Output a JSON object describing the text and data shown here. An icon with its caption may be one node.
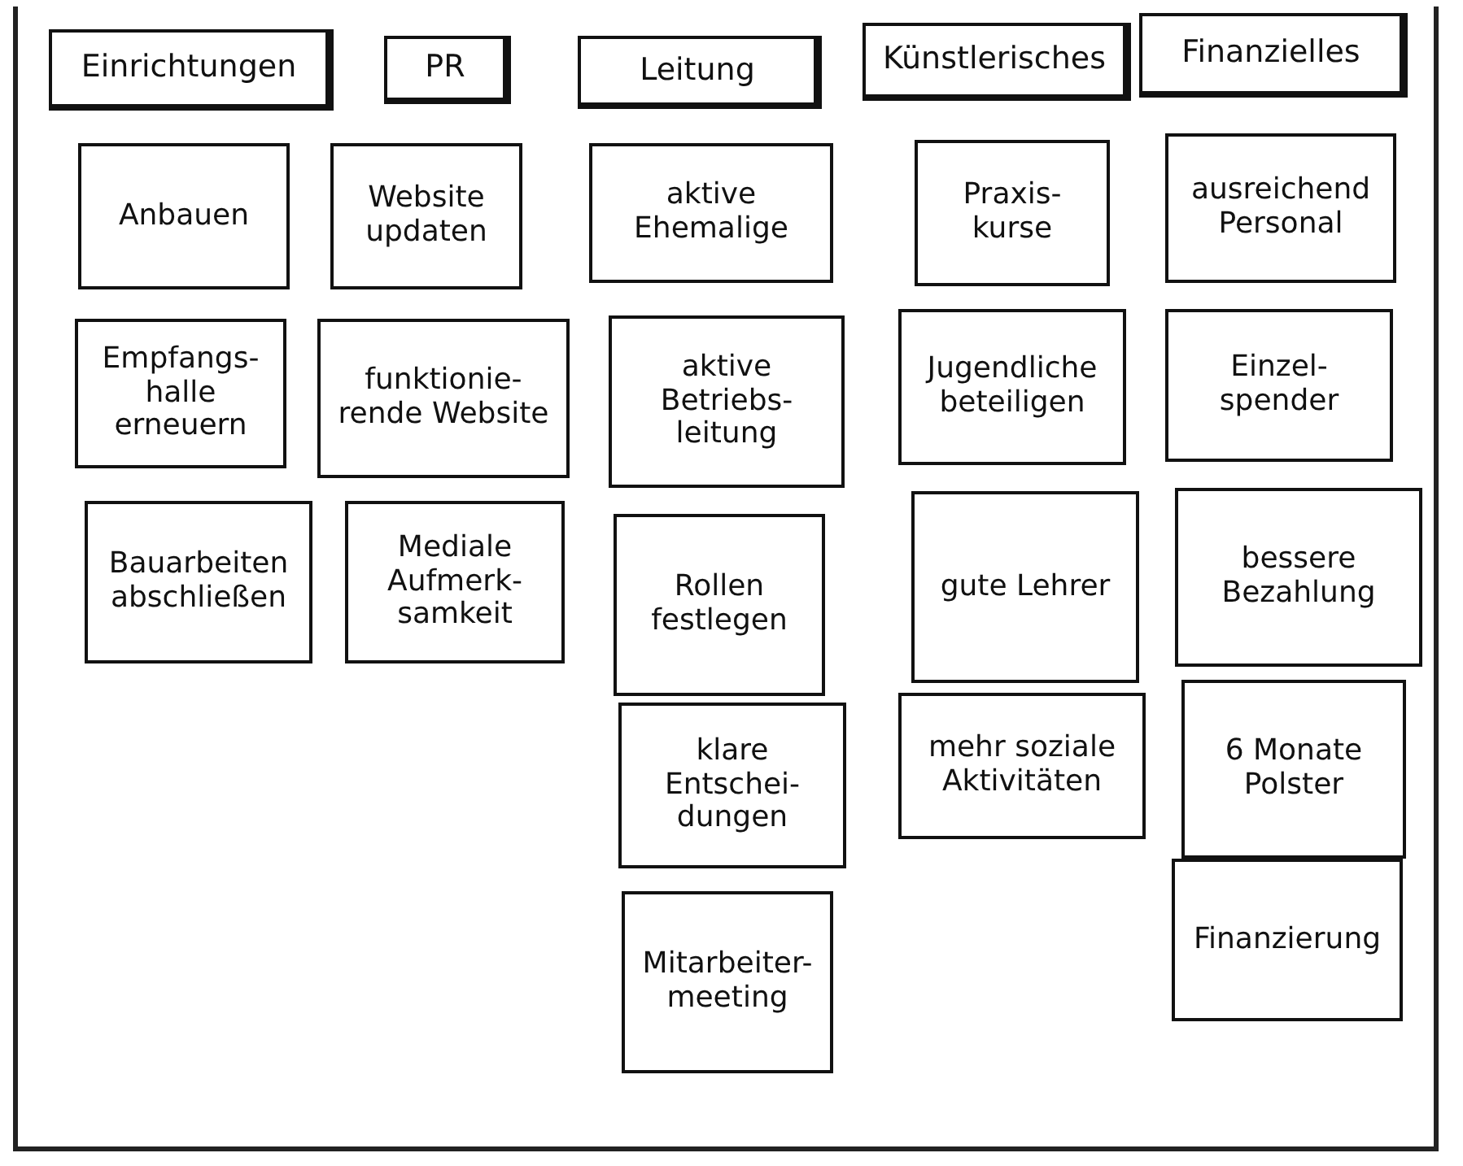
{
  "diagram": {
    "nodes": [
      {
        "text": [
          "Einrichtungen"
        ]
      },
      {
        "text": [
          "PR"
        ]
      },
      {
        "text": [
          "Leitung"
        ]
      },
      {
        "text": [
          "Künstlerisches"
        ]
      },
      {
        "text": [
          "Finanzielles"
        ]
      },
      {
        "text": [
          "Anbauen"
        ]
      },
      {
        "text": [
          "Empfangs- halle erneuern"
        ]
      },
      {
        "text": [
          "Bauarbeiten abschließen"
        ]
      },
      {
        "text": [
          "Website updaten"
        ]
      },
      {
        "text": [
          "funktionie- rende Website"
        ]
      },
      {
        "text": [
          "Mediale Aufmerk- samkeit"
        ]
      },
      {
        "text": [
          "aktive Ehemalige"
        ]
      },
      {
        "text": [
          "aktive Betriebs- leitung"
        ]
      },
      {
        "text": [
          "Rollen festlegen"
        ]
      },
      {
        "text": [
          "klare Entschei- dungen"
        ]
      },
      {
        "text": [
          "Mitarbeiter- meeting"
        ]
      },
      {
        "text": [
          "Praxis- kurse"
        ]
      },
      {
        "text": [
          "Jugendliche beteiligen"
        ]
      },
      {
        "text": [
          "gute Lehrer"
        ]
      },
      {
        "text": [
          "mehr soziale Aktivitäten"
        ]
      },
      {
        "text": [
          "ausreichend Personal"
        ]
      },
      {
        "text": [
          "Einzel- spender"
        ]
      },
      {
        "text": [
          "bessere Bezahlung"
        ]
      },
      {
        "text": [
          "6 Monate Polster"
        ]
      },
      {
        "text": [
          "Finanzierung"
        ]
      }
    ],
    "edges": []
  }
}
